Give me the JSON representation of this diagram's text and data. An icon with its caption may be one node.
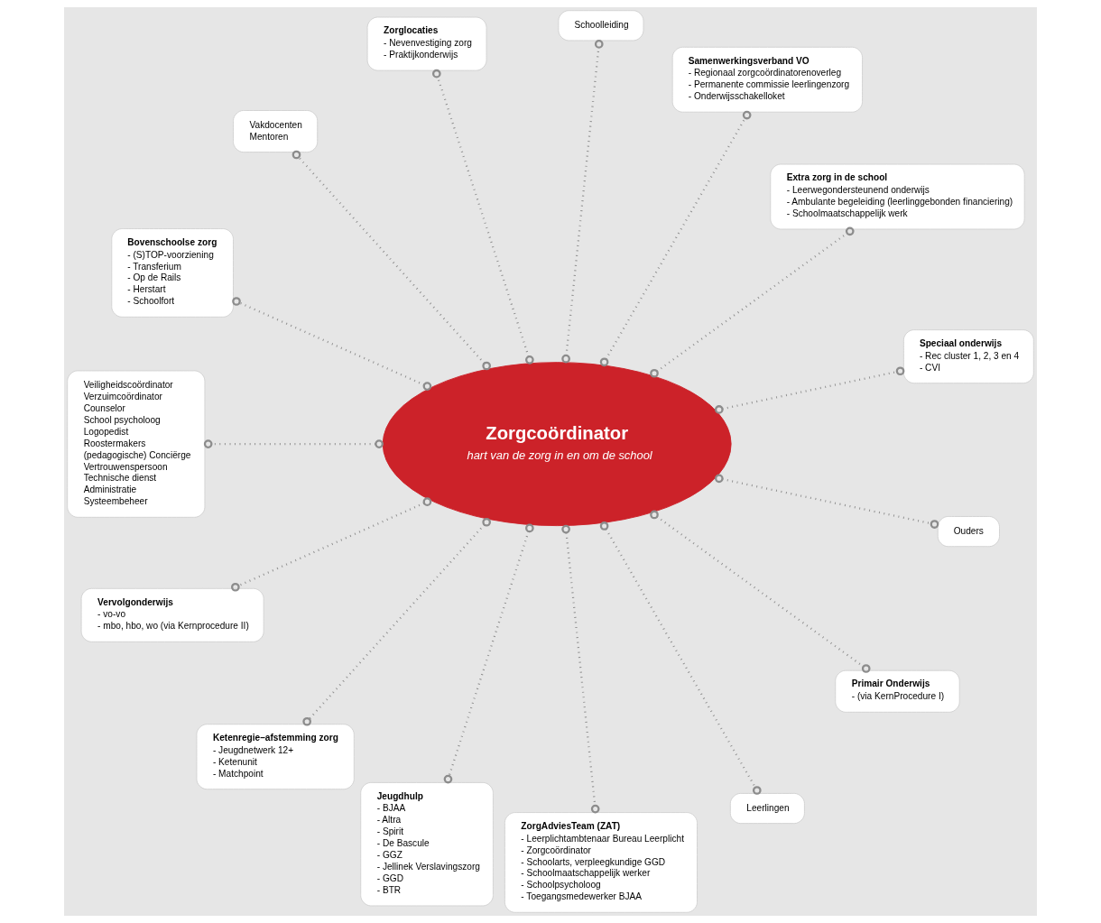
{
  "diagram": {
    "nodes": [
      {
        "text": [
          "Zorgcoördinator",
          "hart van de zorg in en om de school"
        ]
      },
      {
        "text": [
          "Speciaal onderwijs",
          "- Rec cluster 1, 2, 3 en 4",
          "- CVI"
        ]
      },
      {
        "text": [
          "Extra zorg in de school",
          "- Leerwegondersteunend onderwijs",
          "- Ambulante begeleiding (leerlinggebonden financiering)",
          "- Schoolmaatschappelijk werk"
        ]
      },
      {
        "text": [
          "Samenwerkingsverband VO",
          "- Regionaal zorgcoördinatorenoverleg",
          "- Permanente commissie leerlingenzorg",
          "- Onderwijsschakelloket"
        ]
      },
      {
        "text": [
          "Schoolleiding"
        ]
      },
      {
        "text": [
          "Zorglocaties",
          "- Nevenvestiging zorg",
          "- Praktijkonderwijs"
        ]
      },
      {
        "text": [
          "Vakdocenten",
          "Mentoren"
        ]
      },
      {
        "text": [
          "Bovenschoolse zorg",
          "- (S)TOP-voorziening",
          "- Transferium",
          "- Op de Rails",
          "- Herstart",
          "- Schoolfort"
        ]
      },
      {
        "text": [
          "Veiligheidscoördinator",
          "Verzuimcoördinator",
          "Counselor",
          "School psycholoog",
          "Logopedist",
          "Roostermakers",
          "(pedagogische) Conciërge",
          "Vertrouwenspersoon",
          "Technische dienst",
          "Administratie",
          "Systeembeheer"
        ]
      },
      {
        "text": [
          "Vervolgonderwijs",
          "- vo-vo",
          "- mbo, hbo, wo (via Kernprocedure II)"
        ]
      },
      {
        "text": [
          "Ketenregie–afstemming zorg",
          "- Jeugdnetwerk 12+",
          "- Ketenunit",
          "- Matchpoint"
        ]
      },
      {
        "text": [
          "Jeugdhulp",
          "- BJAA",
          "- Altra",
          "- Spirit",
          "- De Bascule",
          "- GGZ",
          "- Jellinek Verslavingszorg",
          "- GGD",
          "- BTR"
        ]
      },
      {
        "text": [
          "ZorgAdviesTeam (ZAT)",
          "- Leerplichtambtenaar Bureau Leerplicht",
          "- Zorgcoördinator",
          "- Schoolarts, verpleegkundige GGD",
          "- Schoolmaatschappelijk werker",
          "- Schoolpsycholoog",
          "- Toegangsmedewerker BJAA"
        ]
      },
      {
        "text": [
          "Leerlingen"
        ]
      },
      {
        "text": [
          "Primair Onderwijs",
          "- (via KernProcedure I)"
        ]
      },
      {
        "text": [
          "Ouders"
        ]
      }
    ],
    "edges": [
      {
        "from": 0,
        "to": 1,
        "arrow": "other",
        "style": "dashed"
      },
      {
        "from": 0,
        "to": 2,
        "arrow": "other",
        "style": "dashed"
      },
      {
        "from": 0,
        "to": 3,
        "arrow": "other",
        "style": "dashed"
      },
      {
        "from": 0,
        "to": 4,
        "arrow": "other",
        "style": "dashed"
      },
      {
        "from": 0,
        "to": 6,
        "arrow": "other",
        "style": "dashed"
      },
      {
        "from": 0,
        "to": 8,
        "arrow": "other",
        "style": "dashed"
      },
      {
        "from": 0,
        "to": 13,
        "arrow": "other",
        "style": "dashed"
      },
      {
        "from": 0,
        "to": 15,
        "arrow": "other",
        "style": "dashed"
      },
      {
        "from": 0,
        "to": 12,
        "arrow": "other",
        "style": "dashed"
      },
      {
        "from": 0,
        "to": 11,
        "arrow": "other",
        "style": "dashed"
      },
      {
        "from": 0,
        "to": 14,
        "arrow": "other",
        "style": "dashed"
      },
      {
        "from": 0,
        "to": 10,
        "arrow": "other",
        "style": "dashed"
      },
      {
        "from": 0,
        "to": 9,
        "arrow": "other",
        "style": "dashed"
      },
      {
        "from": 0,
        "to": 7,
        "arrow": "other",
        "style": "dashed"
      },
      {
        "from": 0,
        "to": 5,
        "arrow": "other",
        "style": "dashed"
      }
    ]
  }
}
